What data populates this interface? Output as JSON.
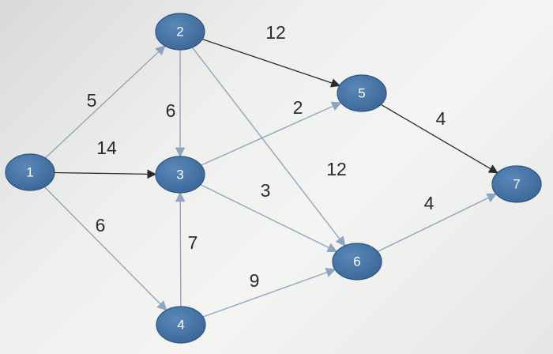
{
  "colors": {
    "node_fill": "#3f6fa1",
    "node_stroke": "#2c5583",
    "edge_light": "#8ea6c2",
    "edge_dark": "#2a2a2a"
  },
  "nodes": [
    {
      "id": "1",
      "label": "1"
    },
    {
      "id": "2",
      "label": "2"
    },
    {
      "id": "3",
      "label": "3"
    },
    {
      "id": "4",
      "label": "4"
    },
    {
      "id": "5",
      "label": "5"
    },
    {
      "id": "6",
      "label": "6"
    },
    {
      "id": "7",
      "label": "7"
    }
  ],
  "edges": [
    {
      "from": "1",
      "to": "2",
      "weight": "5",
      "style": "light"
    },
    {
      "from": "1",
      "to": "3",
      "weight": "14",
      "style": "dark"
    },
    {
      "from": "1",
      "to": "4",
      "weight": "6",
      "style": "light"
    },
    {
      "from": "2",
      "to": "3",
      "weight": "6",
      "style": "light"
    },
    {
      "from": "2",
      "to": "5",
      "weight": "12",
      "style": "dark"
    },
    {
      "from": "2",
      "to": "6",
      "weight": "12",
      "style": "light"
    },
    {
      "from": "3",
      "to": "5",
      "weight": "2",
      "style": "light"
    },
    {
      "from": "3",
      "to": "6",
      "weight": "3",
      "style": "light"
    },
    {
      "from": "4",
      "to": "3",
      "weight": "7",
      "style": "light"
    },
    {
      "from": "4",
      "to": "6",
      "weight": "9",
      "style": "light"
    },
    {
      "from": "5",
      "to": "7",
      "weight": "4",
      "style": "dark"
    },
    {
      "from": "6",
      "to": "7",
      "weight": "4",
      "style": "light"
    }
  ]
}
